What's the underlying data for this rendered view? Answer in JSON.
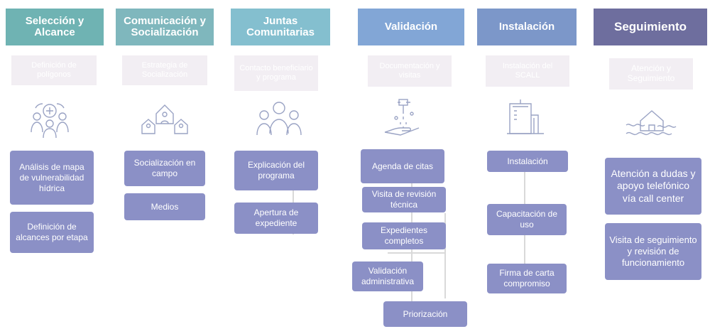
{
  "columns": [
    {
      "header": "Selección y Alcance",
      "subtitle": "Definición de polígonos",
      "icon": "community-people-icon",
      "tasks": [
        "Análisis de mapa de vulnerabilidad hídrica",
        "Definición de alcances por etapa"
      ]
    },
    {
      "header": "Comunicación y Socialización",
      "subtitle": "Estrategia de Socialización",
      "icon": "houses-icon",
      "tasks": [
        "Socialización en campo",
        "Medios"
      ]
    },
    {
      "header": "Juntas Comunitarias",
      "subtitle": "Contacto beneficiario y programa",
      "icon": "people-group-icon",
      "tasks": [
        "Explicación del programa",
        "Apertura de expediente"
      ]
    },
    {
      "header": "Validación",
      "subtitle": "Documentación y visitas",
      "icon": "water-tap-hand-icon",
      "tasks": [
        "Agenda de citas",
        "Visita de revisión técnica",
        "Expedientes completos",
        "Validación administrativa",
        "Priorización"
      ]
    },
    {
      "header": "Instalación",
      "subtitle": "Instalación del SCALL",
      "icon": "water-tank-icon",
      "tasks": [
        "Instalación",
        "Capacitación de uso",
        "Firma de carta compromiso"
      ]
    },
    {
      "header": "Seguimiento",
      "subtitle": "Atención y Seguimiento",
      "icon": "flood-house-icon",
      "tasks": [
        "Atención a dudas y apoyo telefónico vía call center",
        "Visita de seguimiento y revisión de funcionamiento"
      ]
    }
  ],
  "colors": {
    "header_1": "#6fb3b3",
    "header_2": "#7fb7bd",
    "header_3": "#84bfcf",
    "header_4": "#82a6d6",
    "header_5": "#7c97c9",
    "header_6": "#6e6e9e",
    "task": "#8b90c6",
    "subtitle_bg": "#f2eef3",
    "icon_stroke": "#9aa3c4"
  }
}
